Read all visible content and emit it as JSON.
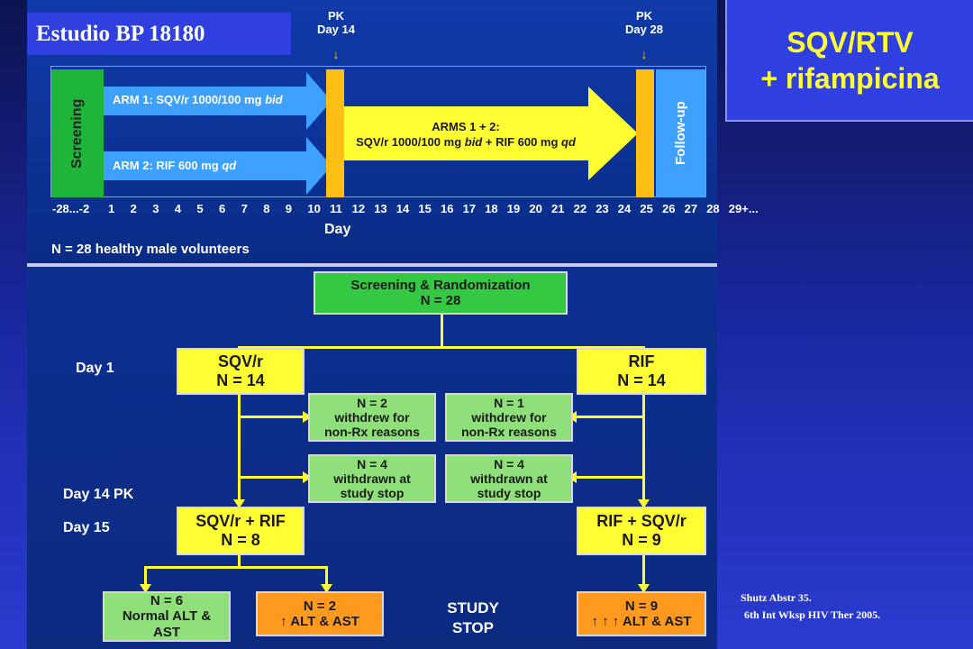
{
  "slide": {
    "study_label": "Estudio BP 18180",
    "title_line1": "SQV/RTV",
    "title_line2": "+ rifampicina",
    "citation_line1": "Shutz Abstr 35.",
    "citation_line2": "6th Int Wksp HIV Ther 2005."
  },
  "timeline": {
    "pk1_line1": "PK",
    "pk1_line2": "Day 14",
    "pk2_line1": "PK",
    "pk2_line2": "Day 28",
    "screening": "Screening",
    "arm1_pre": "ARM 1: SQV/r 1000/100 mg ",
    "arm1_it": "bid",
    "arm2_pre": "ARM 2: RIF 600 mg ",
    "arm2_it": "qd",
    "arms12_line1": "ARMS 1 + 2:",
    "arms12_pre": "SQV/r 1000/100 mg ",
    "arms12_it1": "bid",
    "arms12_mid": " + RIF 600 mg ",
    "arms12_it2": "qd",
    "followup": "Follow-up",
    "days": [
      "-28...-2",
      "1",
      "2",
      "3",
      "4",
      "5",
      "6",
      "7",
      "8",
      "9",
      "10",
      "11",
      "12",
      "13",
      "14",
      "15",
      "16",
      "17",
      "18",
      "19",
      "20",
      "21",
      "22",
      "23",
      "24",
      "25",
      "26",
      "27",
      "28",
      "29+..."
    ],
    "day_axis_label": "Day",
    "volunteers": "N = 28 healthy male volunteers"
  },
  "flow": {
    "screening_l1": "Screening & Randomization",
    "screening_l2": "N = 28",
    "day1": "Day 1",
    "day14pk": "Day 14 PK",
    "day15": "Day 15",
    "sqvr_l1": "SQV/r",
    "sqvr_l2": "N = 14",
    "rif_l1": "RIF",
    "rif_l2": "N = 14",
    "wd_left_l1": "N = 2",
    "wd_left_l2": "withdrew for",
    "wd_left_l3": "non-Rx reasons",
    "wd_right_l1": "N = 1",
    "wd_right_l2": "withdrew for",
    "wd_right_l3": "non-Rx reasons",
    "ws_left_l1": "N = 4",
    "ws_left_l2": "withdrawn at",
    "ws_left_l3": "study stop",
    "ws_right_l1": "N = 4",
    "ws_right_l2": "withdrawn at",
    "ws_right_l3": "study stop",
    "sqvr_rif_l1": "SQV/r + RIF",
    "sqvr_rif_l2": "N = 8",
    "rif_sqvr_l1": "RIF + SQV/r",
    "rif_sqvr_l2": "N = 9",
    "normal_l1": "N = 6",
    "normal_l2": "Normal ALT &",
    "normal_l3": "AST",
    "alt2_l1": "N = 2",
    "alt2_l2": "↑ ALT & AST",
    "study_stop_l1": "STUDY",
    "study_stop_l2": "STOP",
    "alt9_l1": "N = 9",
    "alt9_l2": "↑ ↑ ↑ ALT & AST"
  },
  "colors": {
    "background": "#1c2aa8",
    "title_yellow": "#ffff33",
    "screening_green": "#35c843",
    "box_yellow": "#ffff33",
    "box_orange": "#ff9a1e",
    "arrow_blue": "#3ea0ff",
    "arrow_yellow": "#ffff33"
  }
}
